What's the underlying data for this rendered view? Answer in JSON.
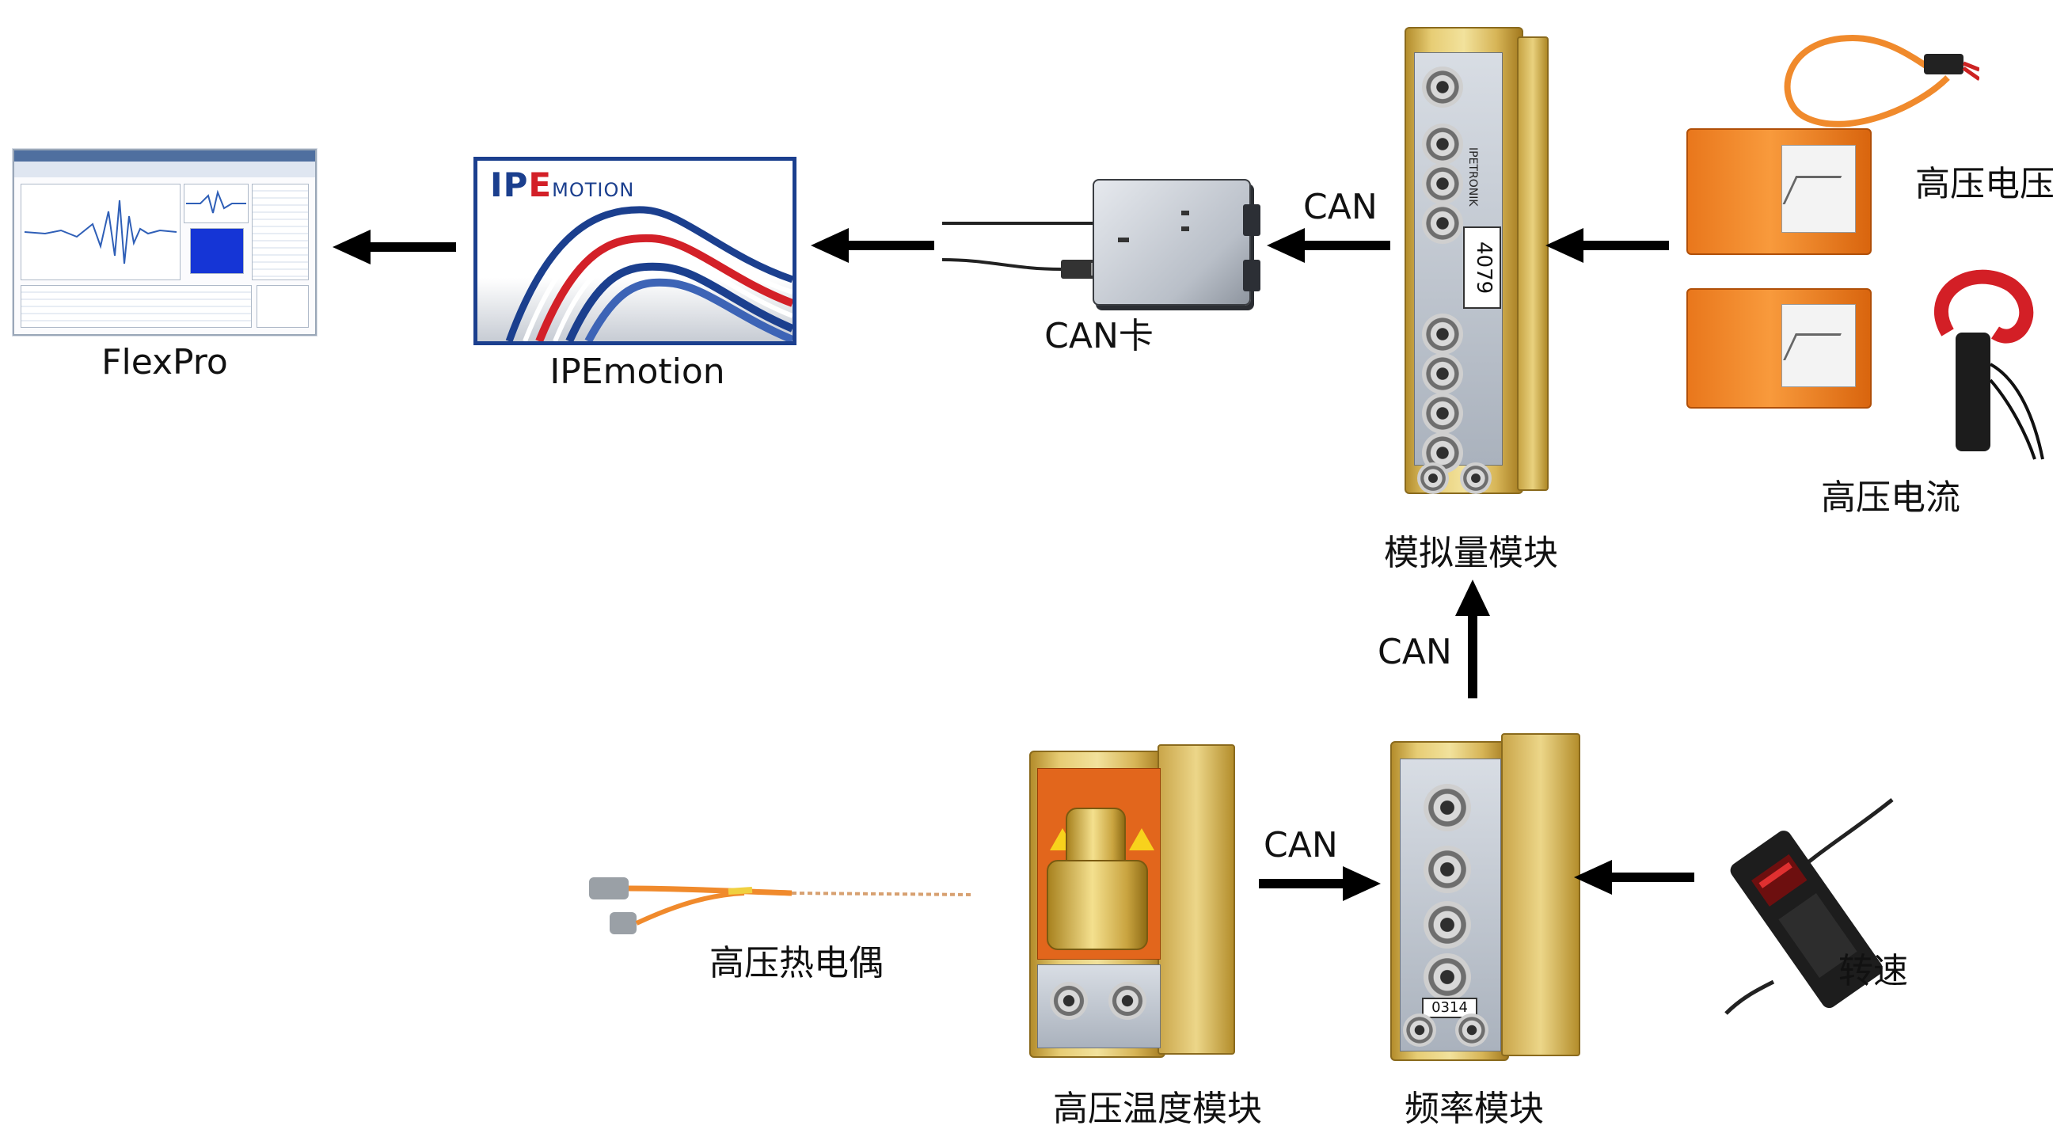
{
  "nodes": {
    "flexpro": "FlexPro",
    "ipemotion": "IPEmotion",
    "can_card": "CAN卡",
    "analog_module": "模拟量模块",
    "hv_voltage": "高压电压",
    "hv_current": "高压电流",
    "hv_thermocouple": "高压热电偶",
    "hv_temp_module": "高压温度模块",
    "freq_module": "频率模块",
    "speed": "转速"
  },
  "links": {
    "can_card_analog": "CAN",
    "freq_analog": "CAN",
    "temp_freq": "CAN"
  },
  "device_text": {
    "ipemotion_logo_ip": "IP",
    "ipemotion_logo_e": "E",
    "ipemotion_logo_rest": "MOTION",
    "analog_model_number": "4079",
    "analog_brand": "IPETRONIK",
    "freq_model_number": "0314"
  },
  "colors": {
    "arrow": "#000000",
    "ipe_blue": "#1b3f8e",
    "ipe_red": "#d32028",
    "module_gold": "#e7cd75",
    "sensor_orange": "#f08a2c"
  }
}
